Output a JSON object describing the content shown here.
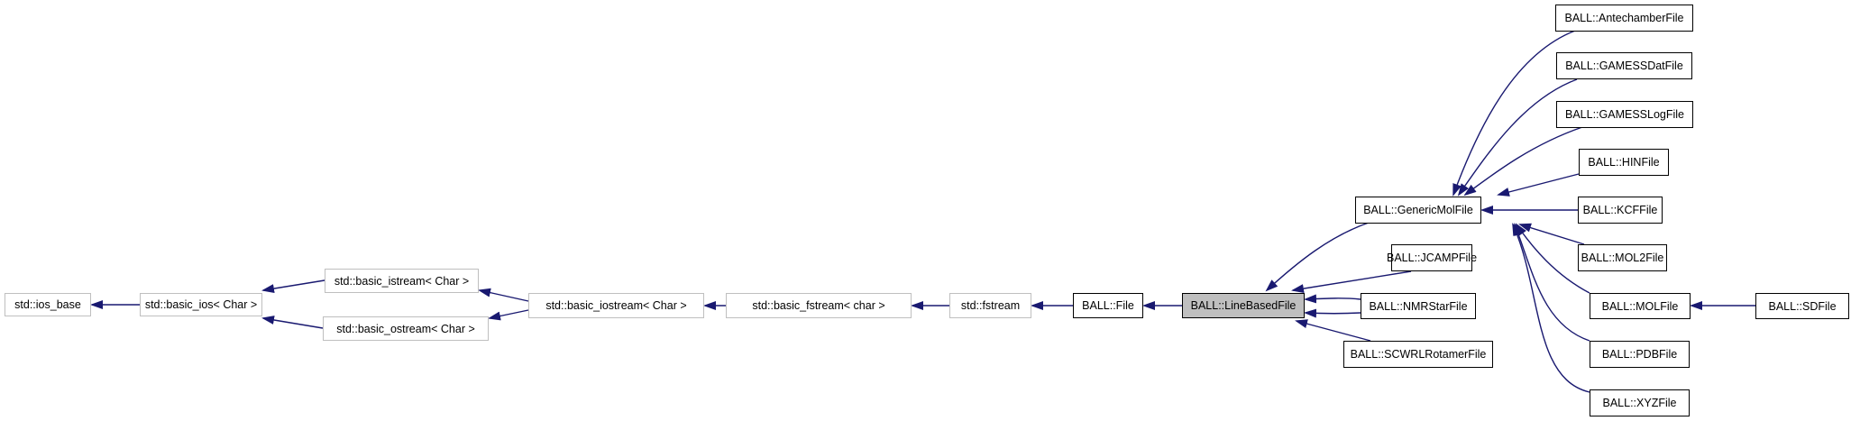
{
  "diagram": {
    "type": "class-inheritance-graph",
    "edge_color": "#191970",
    "focus_node": "BALL::LineBasedFile",
    "nodes": [
      {
        "id": "ios_base",
        "label": "std::ios_base",
        "kind": "external"
      },
      {
        "id": "basic_ios",
        "label": "std::basic_ios< Char >",
        "kind": "external"
      },
      {
        "id": "basic_istream",
        "label": "std::basic_istream< Char >",
        "kind": "external"
      },
      {
        "id": "basic_ostream",
        "label": "std::basic_ostream< Char >",
        "kind": "external"
      },
      {
        "id": "basic_iostream",
        "label": "std::basic_iostream< Char >",
        "kind": "external"
      },
      {
        "id": "basic_fstream",
        "label": "std::basic_fstream< char >",
        "kind": "external"
      },
      {
        "id": "fstream",
        "label": "std::fstream",
        "kind": "external"
      },
      {
        "id": "file",
        "label": "BALL::File",
        "kind": "documented"
      },
      {
        "id": "linebasedfile",
        "label": "BALL::LineBasedFile",
        "kind": "current"
      },
      {
        "id": "genericmolfile",
        "label": "BALL::GenericMolFile",
        "kind": "documented"
      },
      {
        "id": "jcampfile",
        "label": "BALL::JCAMPFile",
        "kind": "documented"
      },
      {
        "id": "nmrstarfile",
        "label": "BALL::NMRStarFile",
        "kind": "documented"
      },
      {
        "id": "scwrlrotamerfile",
        "label": "BALL::SCWRLRotamerFile",
        "kind": "documented"
      },
      {
        "id": "antechamberfile",
        "label": "BALL::AntechamberFile",
        "kind": "documented"
      },
      {
        "id": "gamessdatfile",
        "label": "BALL::GAMESSDatFile",
        "kind": "documented"
      },
      {
        "id": "gamesslogfile",
        "label": "BALL::GAMESSLogFile",
        "kind": "documented"
      },
      {
        "id": "hinfile",
        "label": "BALL::HINFile",
        "kind": "documented"
      },
      {
        "id": "kcffile",
        "label": "BALL::KCFFile",
        "kind": "documented"
      },
      {
        "id": "mol2file",
        "label": "BALL::MOL2File",
        "kind": "documented"
      },
      {
        "id": "molfile",
        "label": "BALL::MOLFile",
        "kind": "documented"
      },
      {
        "id": "pdbfile",
        "label": "BALL::PDBFile",
        "kind": "documented"
      },
      {
        "id": "xyzfile",
        "label": "BALL::XYZFile",
        "kind": "documented"
      },
      {
        "id": "sdfile",
        "label": "BALL::SDFile",
        "kind": "documented"
      }
    ],
    "edges": [
      {
        "from": "basic_ios",
        "to": "ios_base"
      },
      {
        "from": "basic_istream",
        "to": "basic_ios"
      },
      {
        "from": "basic_ostream",
        "to": "basic_ios"
      },
      {
        "from": "basic_iostream",
        "to": "basic_istream"
      },
      {
        "from": "basic_iostream",
        "to": "basic_ostream"
      },
      {
        "from": "basic_fstream",
        "to": "basic_iostream"
      },
      {
        "from": "fstream",
        "to": "basic_fstream"
      },
      {
        "from": "file",
        "to": "fstream"
      },
      {
        "from": "linebasedfile",
        "to": "file"
      },
      {
        "from": "genericmolfile",
        "to": "linebasedfile"
      },
      {
        "from": "jcampfile",
        "to": "linebasedfile"
      },
      {
        "from": "nmrstarfile",
        "to": "linebasedfile"
      },
      {
        "from": "nmrstarfile",
        "to": "linebasedfile"
      },
      {
        "from": "scwrlrotamerfile",
        "to": "linebasedfile"
      },
      {
        "from": "antechamberfile",
        "to": "genericmolfile"
      },
      {
        "from": "gamessdatfile",
        "to": "genericmolfile"
      },
      {
        "from": "gamesslogfile",
        "to": "genericmolfile"
      },
      {
        "from": "hinfile",
        "to": "genericmolfile"
      },
      {
        "from": "kcffile",
        "to": "genericmolfile"
      },
      {
        "from": "mol2file",
        "to": "genericmolfile"
      },
      {
        "from": "molfile",
        "to": "genericmolfile"
      },
      {
        "from": "pdbfile",
        "to": "genericmolfile"
      },
      {
        "from": "xyzfile",
        "to": "genericmolfile"
      },
      {
        "from": "sdfile",
        "to": "molfile"
      }
    ]
  }
}
